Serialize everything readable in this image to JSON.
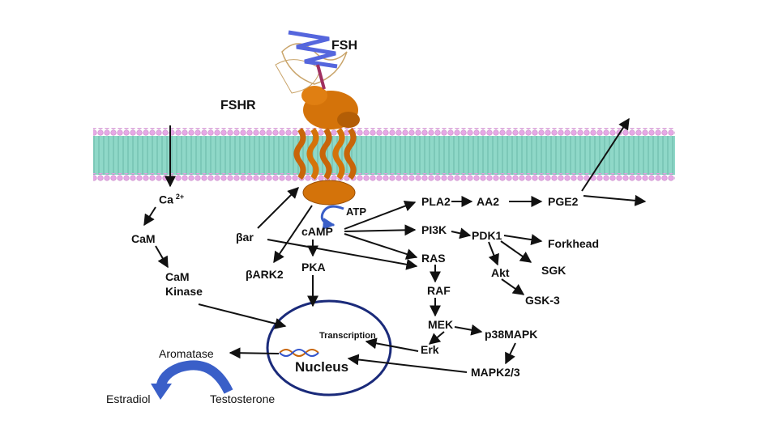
{
  "receptor": {
    "ligand": "FSH",
    "receptor": "FSHR"
  },
  "calcium": {
    "ion": "Ca",
    "charge": "2+",
    "calmodulin": "CaM",
    "kinase_line1": "CaM",
    "kinase_line2": "Kinase"
  },
  "camp_path": {
    "beta_ar": "βar",
    "beta_ark2": "βARK2",
    "camp": "cAMP",
    "atp": "ATP",
    "pka": "PKA"
  },
  "nucleus": {
    "label": "Nucleus",
    "transcription": "Transcription"
  },
  "lipid_path": {
    "pla2": "PLA2",
    "aa2": "AA2",
    "pge2": "PGE2"
  },
  "pi3k_path": {
    "pi3k": "PI3K",
    "pdk1": "PDK1",
    "forkhead": "Forkhead",
    "sgk": "SGK",
    "akt": "Akt",
    "gsk3": "GSK-3"
  },
  "mapk_path": {
    "ras": "RAS",
    "raf": "RAF",
    "mek": "MEK",
    "erk": "Erk",
    "p38": "p38MAPK",
    "mapk23": "MAPK2/3"
  },
  "steroid": {
    "aromatase": "Aromatase",
    "estradiol": "Estradiol",
    "testosterone": "Testosterone"
  },
  "colors": {
    "membrane": "#8fd8c8",
    "head": "#e6a8e6",
    "g_protein": "#d4730a",
    "fsh": "#5566dd",
    "nucleus_ring": "#1a2a7a",
    "arrow": "#111111",
    "curve_arrow": "#3a5fc8"
  }
}
